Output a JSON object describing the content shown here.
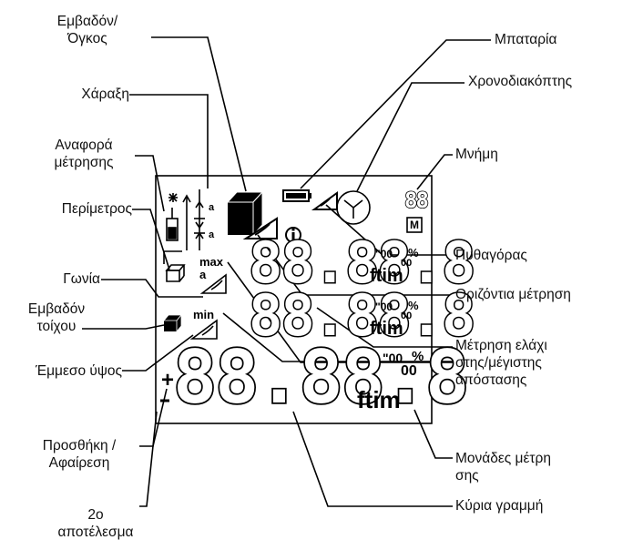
{
  "labels": {
    "area_volume": [
      "Εμβαδόν/",
      "Όγκος"
    ],
    "marking": [
      "Χάραξη"
    ],
    "measurement_reference": [
      "Αναφορά",
      "μέτρησης"
    ],
    "perimeter": [
      "Περίμετρος"
    ],
    "angle": [
      "Γωνία"
    ],
    "wall_area": [
      "Εμβαδόν",
      "τοίχου"
    ],
    "indirect_height": [
      "Έμμεσο ύψος"
    ],
    "add_subtract": [
      "Προσθήκη /",
      "Αφαίρεση"
    ],
    "second_result": [
      "2ο",
      "αποτέλεσμα"
    ],
    "battery": [
      "Μπαταρία"
    ],
    "timer": [
      "Χρονοδιακόπτης"
    ],
    "memory": [
      "Μνήμη"
    ],
    "pythagoras": [
      "Πυθαγόρας"
    ],
    "horizontal_measurement": [
      "Οριζόντια μέτρηση"
    ],
    "min_max_distance": [
      "Μέτρηση ελάχι",
      "στης/μέγιστης",
      "απόστασης"
    ],
    "units": [
      "Μονάδες μέτρη",
      "σης"
    ],
    "main_line": [
      "Κύρια γραμμή"
    ]
  },
  "display": {
    "digits": "88.88.8",
    "unit": "ftim",
    "superscript": "\"00",
    "fraction_top": "/",
    "fraction_bottom": "00",
    "fraction_percent": "%",
    "max": "max",
    "min": "min",
    "a": "a",
    "plus": "+",
    "memory_digits": "88",
    "memory_m": "M",
    "info": "i"
  }
}
